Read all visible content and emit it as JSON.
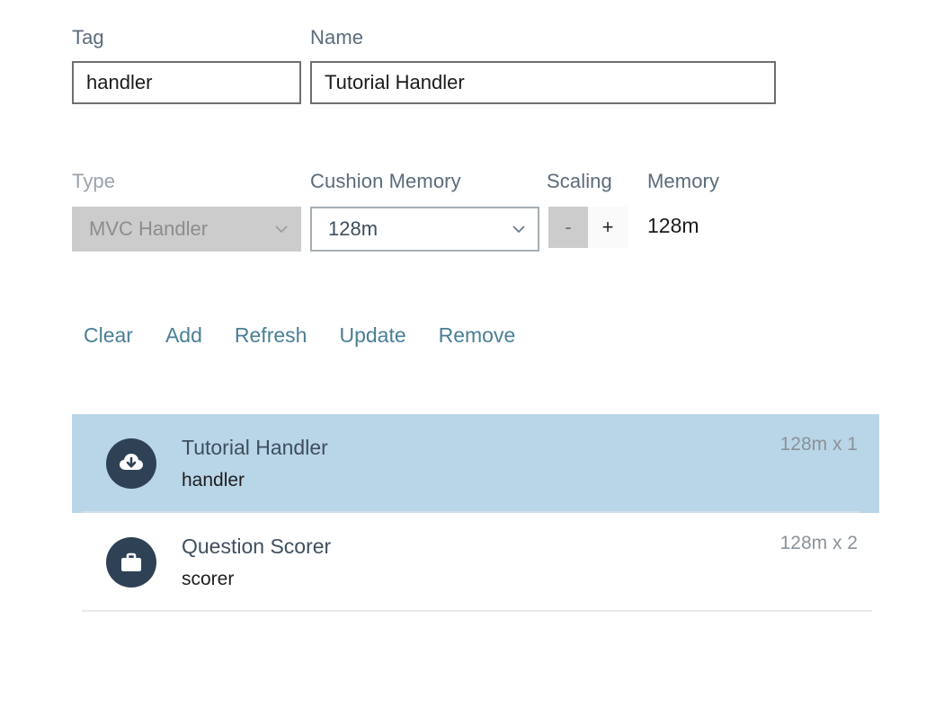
{
  "form": {
    "tag": {
      "label": "Tag",
      "value": "handler",
      "placeholder": "Tag"
    },
    "name": {
      "label": "Name",
      "value": "Tutorial Handler",
      "placeholder": "Name"
    },
    "type": {
      "label": "Type",
      "value": "MVC Handler",
      "disabled": true
    },
    "cushion_memory": {
      "label": "Cushion Memory",
      "value": "128m"
    },
    "scaling": {
      "label": "Scaling",
      "decrement_label": "-",
      "increment_label": "+",
      "decrement_disabled": true
    },
    "memory": {
      "label": "Memory",
      "value": "128m"
    }
  },
  "actions": [
    {
      "id": "clear",
      "label": "Clear"
    },
    {
      "id": "add",
      "label": "Add"
    },
    {
      "id": "refresh",
      "label": "Refresh"
    },
    {
      "id": "update",
      "label": "Update"
    },
    {
      "id": "remove",
      "label": "Remove"
    }
  ],
  "list": {
    "items": [
      {
        "icon": "cloud-download-icon",
        "title": "Tutorial Handler",
        "subtitle": "handler",
        "meta": "128m x 1",
        "selected": true
      },
      {
        "icon": "briefcase-icon",
        "title": "Question Scorer",
        "subtitle": "scorer",
        "meta": "128m x 2",
        "selected": false
      }
    ]
  },
  "colors": {
    "label": "#5b6b7b",
    "link": "#4a7f95",
    "selected_row": "#b9d6e8",
    "icon_circle": "#2f4255",
    "disabled_bg": "#cccccc",
    "meta_text": "#8a9299"
  }
}
